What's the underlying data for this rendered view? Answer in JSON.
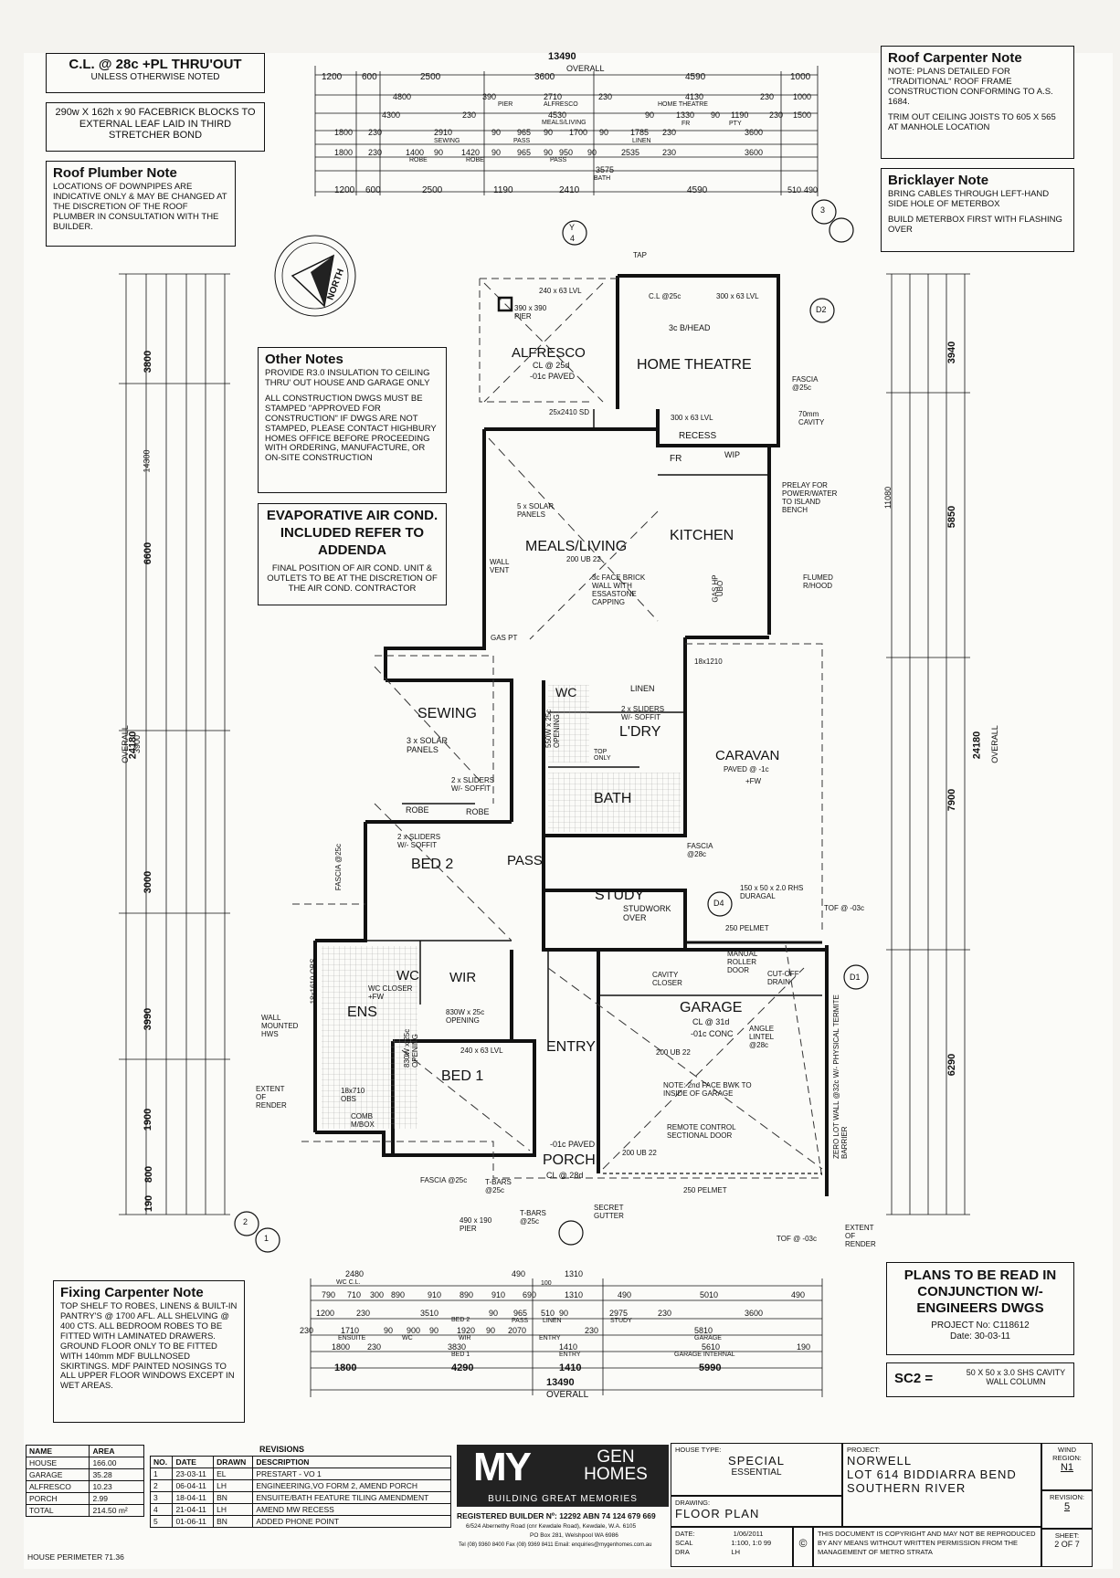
{
  "notes": {
    "cl": {
      "title": "C.L. @ 28c +PL THRU'OUT",
      "sub": "UNLESS OTHERWISE NOTED"
    },
    "brick": "290w X 162h x 90 FACEBRICK BLOCKS TO EXTERNAL LEAF LAID IN THIRD STRETCHER BOND",
    "roof_plumber": {
      "title": "Roof Plumber Note",
      "body": "LOCATIONS OF DOWNPIPES ARE INDICATIVE ONLY & MAY BE CHANGED AT THE DISCRETION OF THE ROOF PLUMBER IN CONSULTATION WITH THE BUILDER."
    },
    "roof_carpenter": {
      "title": "Roof Carpenter Note",
      "body1": "NOTE: PLANS DETAILED FOR \"TRADITIONAL\" ROOF FRAME CONSTRUCTION CONFORMING TO A.S. 1684.",
      "body2": "TRIM OUT CEILING JOISTS TO 605 X 565 AT MANHOLE LOCATION"
    },
    "bricklayer": {
      "title": "Bricklayer Note",
      "body1": "BRING CABLES THROUGH LEFT-HAND SIDE HOLE OF METERBOX",
      "body2": "BUILD METERBOX FIRST WITH FLASHING OVER"
    },
    "other": {
      "title": "Other Notes",
      "body1": "PROVIDE R3.0 INSULATION TO CEILING THRU' OUT HOUSE AND GARAGE ONLY",
      "body2": "ALL CONSTRUCTION DWGS MUST BE STAMPED \"APPROVED FOR CONSTRUCTION\" IF DWGS ARE NOT STAMPED, PLEASE CONTACT HIGHBURY HOMES OFFICE BEFORE PROCEEDING WITH ORDERING, MANUFACTURE, OR ON-SITE CONSTRUCTION"
    },
    "evap": {
      "title": "EVAPORATIVE AIR COND. INCLUDED REFER TO ADDENDA",
      "body": "FINAL POSITION OF AIR COND. UNIT & OUTLETS TO BE AT THE DISCRETION OF THE AIR COND. CONTRACTOR"
    },
    "fixing": {
      "title": "Fixing Carpenter Note",
      "body": "TOP SHELF TO ROBES, LINENS & BUILT-IN PANTRY'S @ 1700 AFL. ALL SHELVING @ 400 CTS. ALL BEDROOM ROBES TO BE FITTED WITH LAMINATED DRAWERS. GROUND FLOOR ONLY TO BE FITTED WITH 140mm MDF BULLNOSED SKIRTINGS. MDF PAINTED NOSINGS TO ALL UPPER FLOOR WINDOWS EXCEPT IN WET AREAS."
    },
    "engineers": {
      "title": "PLANS TO BE READ IN CONJUNCTION W/- ENGINEERS DWGS",
      "project": "PROJECT No: C118612",
      "date": "Date: 30-03-11"
    },
    "sc2": {
      "label": "SC2 =",
      "desc": "50 X 50 x 3.0 SHS CAVITY WALL COLUMN"
    }
  },
  "dims": {
    "overall_top": "13490",
    "overall_top_label": "OVERALL",
    "top_row1": [
      "1200",
      "600",
      "2500",
      "3600",
      "4590",
      "1000"
    ],
    "top_row2": [
      "4800",
      "390",
      "2710",
      "230",
      "4130",
      "230",
      "1000"
    ],
    "top_row3": [
      "4300",
      "230",
      "4530",
      "90",
      "1330",
      "90",
      "1190",
      "230",
      "1500"
    ],
    "top_row4": [
      "1800",
      "230",
      "2910",
      "90",
      "965",
      "90",
      "1700",
      "90",
      "1785",
      "230",
      "3600"
    ],
    "top_row5": [
      "1800",
      "230",
      "1400",
      "90",
      "1420",
      "90",
      "965",
      "90",
      "950",
      "90",
      "2535",
      "230",
      "3600"
    ],
    "top_row6": [
      "3575"
    ],
    "top_row7": [
      "1200",
      "600",
      "2500",
      "1190",
      "2410",
      "4590",
      "510",
      "490"
    ],
    "top_labels": [
      "PIER",
      "ALFRESCO",
      "HOME THEATRE",
      "MEALS/LIVING",
      "FR",
      "PTY",
      "SEWING",
      "PASS",
      "LINEN",
      "ROBE",
      "ROBE",
      "PASS",
      "BATH"
    ],
    "bottom_row1": [
      "2480",
      "490",
      "1310"
    ],
    "bottom_row2": [
      "790",
      "710",
      "300",
      "890",
      "910",
      "890",
      "910",
      "690",
      "100",
      "1310",
      "490",
      "5010",
      "490"
    ],
    "bottom_row3": [
      "1200",
      "230",
      "3510",
      "90",
      "965",
      "510",
      "90",
      "2975",
      "230",
      "3600"
    ],
    "bottom_row4": [
      "230",
      "1710",
      "90",
      "900",
      "90",
      "1920",
      "90",
      "2070",
      "230",
      "5810",
      "190"
    ],
    "bottom_row5": [
      "1800",
      "230",
      "3830",
      "1410",
      "5610"
    ],
    "bottom_row6": [
      "1800",
      "4290",
      "1410",
      "5990"
    ],
    "bottom_labels": [
      "WC C.L.",
      "BED 2",
      "PASS",
      "LINEN",
      "STUDY",
      "ENSUITE",
      "WC",
      "WIR",
      "ENTRY",
      "GARAGE",
      "BED 1",
      "ENTRY",
      "GARAGE INTERNAL"
    ],
    "overall_bottom": "13490",
    "overall_bottom_label": "OVERALL",
    "left_outer": [
      "3800",
      "6600",
      "3000",
      "3990",
      "1900",
      "800",
      "190"
    ],
    "left_mid": [
      "14300",
      "24180",
      "3900"
    ],
    "left_overall_label": "OVERALL",
    "right_outer": [
      "3940",
      "5850",
      "7900",
      "6290"
    ],
    "right_mid": [
      "11080",
      "24180"
    ],
    "right_overall_label": "OVERALL"
  },
  "compass": {
    "label": "NORTH"
  },
  "rooms": {
    "alfresco": {
      "name": "ALFRESCO",
      "note1": "CL @ 25d",
      "note2": "-01c PAVED"
    },
    "home_theatre": {
      "name": "HOME THEATRE",
      "note": "3c B/HEAD"
    },
    "meals": {
      "name": "MEALS/LIVING",
      "note": "200 UB 22"
    },
    "kitchen": {
      "name": "KITCHEN"
    },
    "sewing": {
      "name": "SEWING",
      "note": "3 x SOLAR PANELS"
    },
    "wc": {
      "name": "WC"
    },
    "linen": {
      "name": "LINEN"
    },
    "ldry": {
      "name": "L'DRY"
    },
    "bath": {
      "name": "BATH"
    },
    "caravan": {
      "name": "CARAVAN",
      "note1": "PAVED @ -1c",
      "note2": "+FW"
    },
    "bed2": {
      "name": "BED 2"
    },
    "pass": {
      "name": "PASS"
    },
    "study": {
      "name": "STUDY",
      "note": "STUDWORK OVER"
    },
    "wc2": {
      "name": "WC"
    },
    "wir": {
      "name": "WIR"
    },
    "ens": {
      "name": "ENS"
    },
    "garage": {
      "name": "GARAGE",
      "note1": "CL @ 31d",
      "note2": "-01c CONC"
    },
    "entry": {
      "name": "ENTRY"
    },
    "bed1": {
      "name": "BED 1"
    },
    "porch": {
      "name": "PORCH",
      "note1": "-01c PAVED",
      "note2": "CL @ 28d"
    },
    "robe1": "ROBE",
    "robe2": "ROBE",
    "recess": "RECESS",
    "fr": "FR",
    "wip": "WIP"
  },
  "plan_labels": {
    "tap": "TAP",
    "pier": "390 x 390 PIER",
    "lvl1": "240 x 63 LVL",
    "cl25c": "C.L @25c",
    "lvl2": "300 x 63 LVL",
    "lvl3": "300 x 63 LVL",
    "sd": "25x2410 SD",
    "fascia1": "FASCIA @25c",
    "cavity": "70mm CAVITY",
    "prelay": "PRELAY FOR POWER/WATER TO ISLAND BENCH",
    "flumed": "FLUMED R/HOOD",
    "solar5": "5 x SOLAR PANELS",
    "facebrick": "3c FACE BRICK WALL WITH ESSASTONE CAPPING",
    "wall_vent": "WALL VENT",
    "gas_pt": "GAS PT",
    "gas_hp": "GAS HP",
    "ubo": "UBO",
    "hw": "18x1210",
    "sliders1": "2 x SLIDERS W/- SOFFIT",
    "sliders2": "2 x SLIDERS W/- SOFFIT",
    "sliders3": "2 x SLIDERS W/- SOFFIT",
    "top_only": "TOP ONLY",
    "fascia28": "FASCIA @28c",
    "rhs": "150 x 50 x 2.0 RHS DURAGAL",
    "tof1": "TOF @ -03c",
    "pelmet1": "250 PELMET",
    "roller": "MANUAL ROLLER DOOR",
    "cavity_closer": "CAVITY CLOSER",
    "cutoff": "CUT-OFF DRAIN",
    "zero_lot": "ZERO LOT WALL @32c W/- PHYSICAL TERMITE BARRIER",
    "angle": "ANGLE LINTEL @28c",
    "ub22": "200 UB 22",
    "face_bwk": "NOTE: 2nd FACE BWK TO INSIDE OF GARAGE",
    "remote": "REMOTE CONTROL SECTIONAL DOOR",
    "ub22b": "200 UB 22",
    "pelmet2": "250 PELMET",
    "tof2": "TOF @ -03c",
    "ext_render1": "EXTENT OF RENDER",
    "ext_render2": "EXTENT OF RENDER",
    "secret": "SECRET GUTTER",
    "pier2": "490 x 190 PIER",
    "tbars1": "T-BARS @25c",
    "tbars2": "T-BARS @25c",
    "fascia2": "FASCIA @25c",
    "wall_hws": "WALL MOUNTED HWS",
    "comb": "COMB M/BOX",
    "obs": "18x710 OBS",
    "obs2": "18x1610 OBS",
    "opening1": "830W x 25c OPENING",
    "opening2": "550W x 25c OPENING",
    "opening3": "830W x 25c OPENING",
    "wc_closer": "WC CLOSER +FW",
    "fascia3": "FASCIA @25c",
    "lvl_bed1": "240 x 63 LVL",
    "d1": "D1",
    "d2": "D2",
    "d4": "D4",
    "y": "Y",
    "sheet4": "4",
    "sec2": "2",
    "sec1": "1",
    "sec3": "3"
  },
  "title_block": {
    "area_headers": [
      "NAME",
      "AREA"
    ],
    "areas": [
      [
        "HOUSE",
        "166.00"
      ],
      [
        "GARAGE",
        "35.28"
      ],
      [
        "ALFRESCO",
        "10.23"
      ],
      [
        "PORCH",
        "2.99"
      ],
      [
        "TOTAL",
        "214.50 m²"
      ]
    ],
    "house_perimeter": "HOUSE PERIMETER  71.36",
    "revisions_title": "REVISIONS",
    "rev_headers": [
      "NO.",
      "DATE",
      "DRAWN",
      "DESCRIPTION"
    ],
    "revisions": [
      [
        "1",
        "23-03-11",
        "EL",
        "PRESTART - VO 1"
      ],
      [
        "2",
        "06-04-11",
        "LH",
        "ENGINEERING,VO FORM 2, AMEND PORCH"
      ],
      [
        "3",
        "18-04-11",
        "BN",
        "ENSUITE/BATH FEATURE TILING AMENDMENT"
      ],
      [
        "4",
        "21-04-11",
        "LH",
        "AMEND MW RECESS"
      ],
      [
        "5",
        "01-06-11",
        "BN",
        "ADDED PHONE POINT"
      ]
    ],
    "logo_my": "MY",
    "logo_gen": "GEN HOMES",
    "logo_tag": "BUILDING GREAT MEMORIES",
    "builder": "REGISTERED BUILDER Nº: 12292 ABN 74 124 679 669",
    "address": "6/524 Abernethy Road (cnr Kewdale Road), Kewdale, W.A. 6105",
    "po": "PO Box 281, Welshpool WA 6986",
    "contact": "Tel (08) 9360 8400  Fax (08) 9369 8411  Email: enquiries@mygenhomes.com.au",
    "house_type_label": "HOUSE TYPE:",
    "house_type": "SPECIAL",
    "house_type_sub": "ESSENTIAL",
    "drawing_label": "DRAWING:",
    "drawing": "FLOOR PLAN",
    "date_label": "DATE:",
    "date": "1/06/2011",
    "scale_label": "SCAL",
    "scale": "1:100, 1:0 99",
    "drawn_label": "DRA",
    "drawn": "LH",
    "project_label": "PROJECT:",
    "project": [
      "NORWELL",
      "LOT 614 BIDDIARRA BEND",
      "SOUTHERN RIVER"
    ],
    "copyright": "THIS DOCUMENT IS COPYRIGHT AND MAY NOT BE REPRODUCED BY ANY MEANS WITHOUT WRITTEN PERMISSION FROM THE MANAGEMENT OF METRO STRATA",
    "wind_label": "WIND REGION:",
    "wind": "N1",
    "revision_label": "REVISION:",
    "revision": "5",
    "sheet_label": "SHEET:",
    "sheet": "2 OF 7"
  }
}
